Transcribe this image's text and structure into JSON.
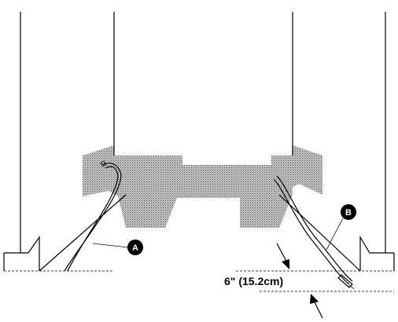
{
  "callouts": {
    "a": "A",
    "b": "B"
  },
  "measurement": {
    "label": "6\" (15.2cm)"
  },
  "colors": {
    "ink": "#000000",
    "background": "#ffffff",
    "shading": "#9a9a9a"
  }
}
